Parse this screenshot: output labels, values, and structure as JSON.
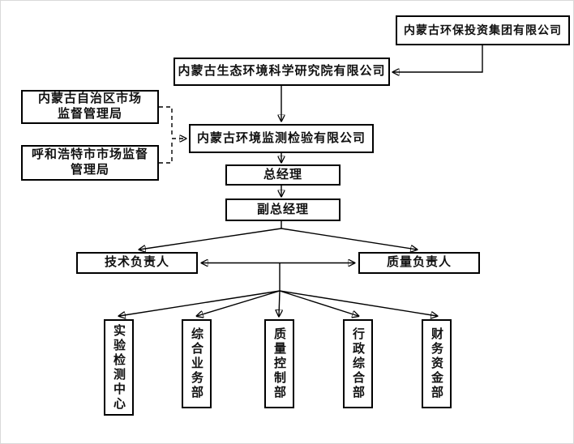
{
  "diagram": {
    "title": "organization-chart",
    "nodes": {
      "group": {
        "label": "内蒙古环保投资集团有限公司"
      },
      "institute": {
        "label": "内蒙古生态环境科学研究院有限公司"
      },
      "market_region_bureau": {
        "label": "内蒙古自治区市场\n监督管理局"
      },
      "market_city_bureau": {
        "label": "呼和浩特市市场监督\n管理局"
      },
      "company": {
        "label": "内蒙古环境监测检验有限公司"
      },
      "general_manager": {
        "label": "总经理"
      },
      "deputy_general_manager": {
        "label": "副总经理"
      },
      "technical_director": {
        "label": "技术负责人"
      },
      "quality_director": {
        "label": "质量负责人"
      },
      "dept_testing_center": {
        "label": "实验检测中心"
      },
      "dept_business": {
        "label": "综合业务部"
      },
      "dept_quality_control": {
        "label": "质量控制部"
      },
      "dept_admin": {
        "label": "行政综合部"
      },
      "dept_finance": {
        "label": "财务资金部"
      }
    },
    "edges": [
      {
        "from": "group",
        "to": "institute",
        "style": "solid-arrow"
      },
      {
        "from": "institute",
        "to": "company",
        "style": "solid-arrow"
      },
      {
        "from": "market_region_bureau",
        "to": "company",
        "style": "dashed-arrow"
      },
      {
        "from": "market_city_bureau",
        "to": "company",
        "style": "dashed-arrow"
      },
      {
        "from": "company",
        "to": "general_manager",
        "style": "solid-arrow"
      },
      {
        "from": "general_manager",
        "to": "deputy_general_manager",
        "style": "solid-arrow"
      },
      {
        "from": "deputy_general_manager",
        "to": "technical_director",
        "style": "solid-arrow"
      },
      {
        "from": "deputy_general_manager",
        "to": "quality_director",
        "style": "solid-arrow"
      },
      {
        "from": "technical_director",
        "to": "quality_director",
        "style": "double-arrow"
      },
      {
        "from": "directors_line",
        "to": "dept_testing_center",
        "style": "solid-arrow"
      },
      {
        "from": "directors_line",
        "to": "dept_business",
        "style": "solid-arrow"
      },
      {
        "from": "directors_line",
        "to": "dept_quality_control",
        "style": "solid-arrow"
      },
      {
        "from": "directors_line",
        "to": "dept_admin",
        "style": "solid-arrow"
      },
      {
        "from": "directors_line",
        "to": "dept_finance",
        "style": "solid-arrow"
      }
    ],
    "colors": {
      "line": "#000000",
      "box_border": "#000000",
      "background": "#ffffff"
    }
  }
}
